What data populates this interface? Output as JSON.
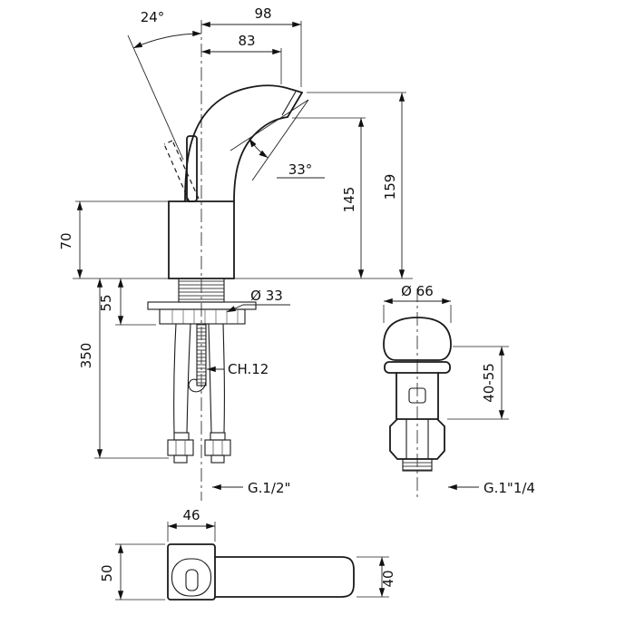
{
  "labels": {
    "handle_angle": "24°",
    "spout_reach_total": "98",
    "spout_reach": "83",
    "spout_angle": "33°",
    "outlet_height": "145",
    "total_height": "159",
    "body_height": "70",
    "deck_clamp": "55",
    "hose_length": "350",
    "shank_diameter": "Ø 33",
    "spanner_size": "CH.12",
    "hose_thread": "G.1/2\"",
    "waste_diameter": "Ø 66",
    "waste_clamp_range": "40-55",
    "waste_thread": "G.1\"1/4",
    "top_width": "46",
    "top_depth": "50",
    "lever_width": "40"
  },
  "colors": {
    "line": "#1a1a1a",
    "background": "#ffffff"
  }
}
